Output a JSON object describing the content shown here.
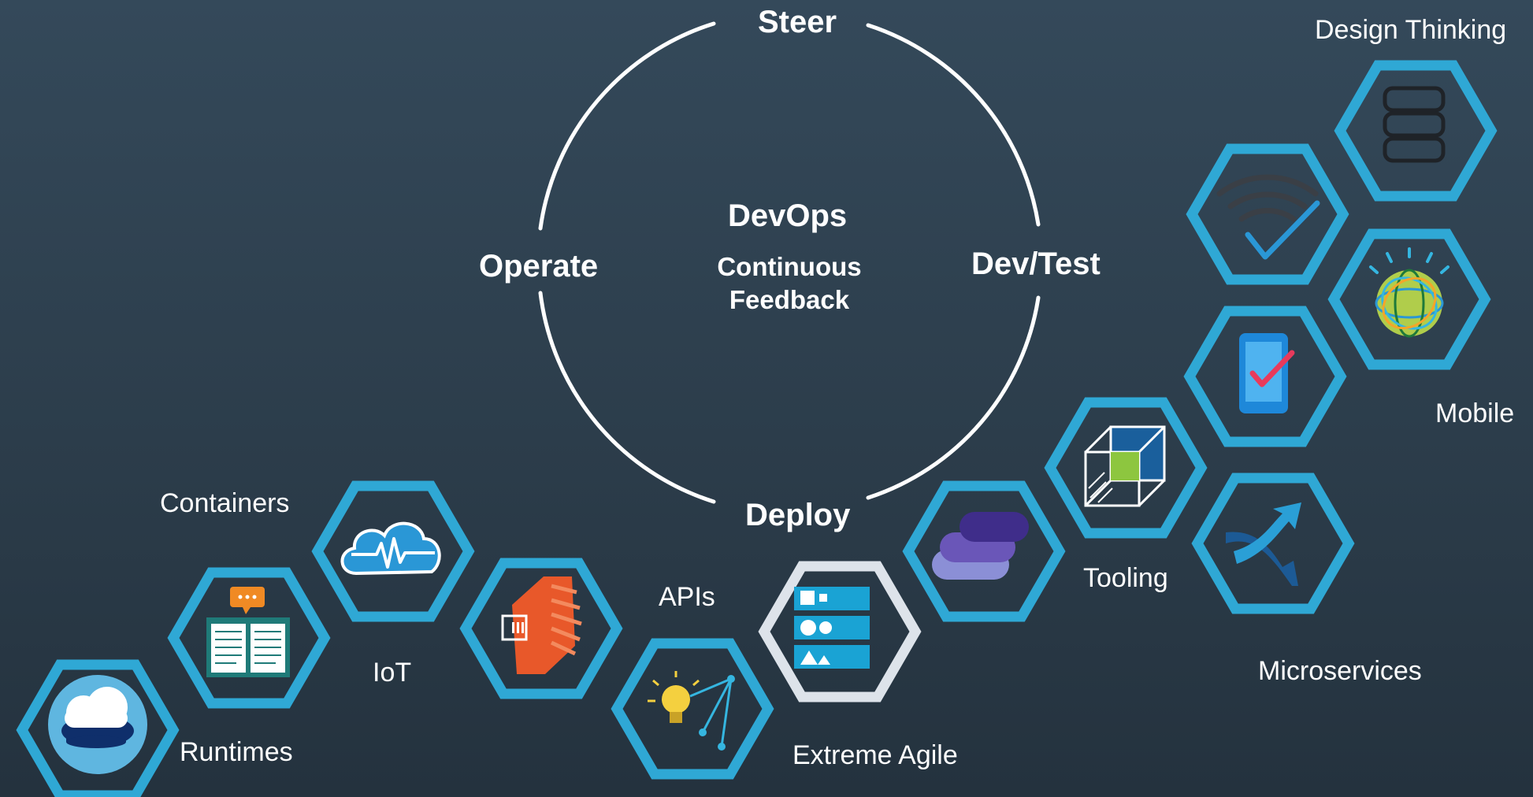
{
  "cycle": {
    "title": "DevOps",
    "subtitle_line1": "Continuous",
    "subtitle_line2": "Feedback",
    "stages": {
      "top": "Steer",
      "right": "Dev/Test",
      "bottom": "Deploy",
      "left": "Operate"
    }
  },
  "capabilities": {
    "runtimes": "Runtimes",
    "containers": "Containers",
    "iot": "IoT",
    "apis": "APIs",
    "extreme_agile": "Extreme Agile",
    "tooling": "Tooling",
    "microservices": "Microservices",
    "mobile": "Mobile",
    "design_thinking": "Design Thinking"
  },
  "colors": {
    "hex_border": "#2fa8d5",
    "hex_border_highlight": "#dde3ea",
    "ring": "#ffffff",
    "text": "#ffffff"
  }
}
